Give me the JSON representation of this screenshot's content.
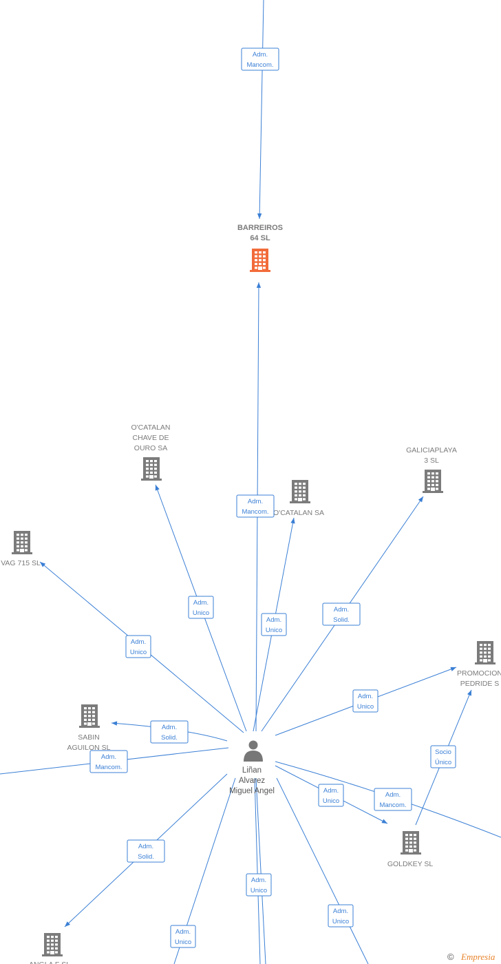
{
  "colors": {
    "edge": "#3a7fd5",
    "company": "#7b7b7b",
    "highlight": "#f26b3a",
    "person": "#777777"
  },
  "person": {
    "name_lines": [
      "Liñan",
      "Alvarez",
      "Miguel Angel"
    ],
    "icon": "person-icon"
  },
  "companies": [
    {
      "id": "barreiros",
      "lines": [
        "BARREIROS",
        "64  SL"
      ],
      "highlight": true
    },
    {
      "id": "ocatalan-chave",
      "lines": [
        "O'CATALAN",
        "CHAVE DE",
        "OURO SA"
      ]
    },
    {
      "id": "ocatalan",
      "lines": [
        "O'CATALAN SA"
      ]
    },
    {
      "id": "galiciaplaya",
      "lines": [
        "GALICIAPLAYA",
        "3  SL"
      ]
    },
    {
      "id": "vag715",
      "lines": [
        "VAG 715 SL"
      ]
    },
    {
      "id": "promocion",
      "lines": [
        "PROMOCION",
        "PEDRIDE  S"
      ]
    },
    {
      "id": "sabin",
      "lines": [
        "SABIN",
        "AGUILON  SL"
      ]
    },
    {
      "id": "goldkey",
      "lines": [
        "GOLDKEY SL"
      ]
    },
    {
      "id": "angla",
      "lines": [
        "ANGLA F  SL"
      ]
    }
  ],
  "relations": [
    {
      "id": "top-barreiros",
      "lines": [
        "Adm.",
        "Mancom."
      ]
    },
    {
      "id": "person-barreiros",
      "lines": [
        "Adm.",
        "Mancom."
      ]
    },
    {
      "id": "person-ocatalan-chave",
      "lines": [
        "Adm.",
        "Unico"
      ]
    },
    {
      "id": "person-ocatalan",
      "lines": [
        "Adm.",
        "Unico"
      ]
    },
    {
      "id": "person-galiciaplaya",
      "lines": [
        "Adm.",
        "Solid."
      ]
    },
    {
      "id": "person-vag715",
      "lines": [
        "Adm.",
        "Unico"
      ]
    },
    {
      "id": "person-promocion",
      "lines": [
        "Adm.",
        "Unico"
      ]
    },
    {
      "id": "goldkey-promocion",
      "lines": [
        "Socio",
        "Único"
      ]
    },
    {
      "id": "person-sabin",
      "lines": [
        "Adm.",
        "Solid."
      ]
    },
    {
      "id": "person-left",
      "lines": [
        "Adm.",
        "Mancom."
      ]
    },
    {
      "id": "person-goldkey",
      "lines": [
        "Adm.",
        "Unico"
      ]
    },
    {
      "id": "person-right",
      "lines": [
        "Adm.",
        "Mancom."
      ]
    },
    {
      "id": "person-angla",
      "lines": [
        "Adm.",
        "Solid."
      ]
    },
    {
      "id": "person-bottom-a",
      "lines": [
        "Adm.",
        "Unico"
      ]
    },
    {
      "id": "person-bottom-b",
      "lines": [
        "Adm.",
        "Unico"
      ]
    },
    {
      "id": "person-bottom-c",
      "lines": [
        "Adm.",
        "Unico"
      ]
    }
  ],
  "footer": {
    "copyright": "©",
    "brand": "Empresia"
  }
}
